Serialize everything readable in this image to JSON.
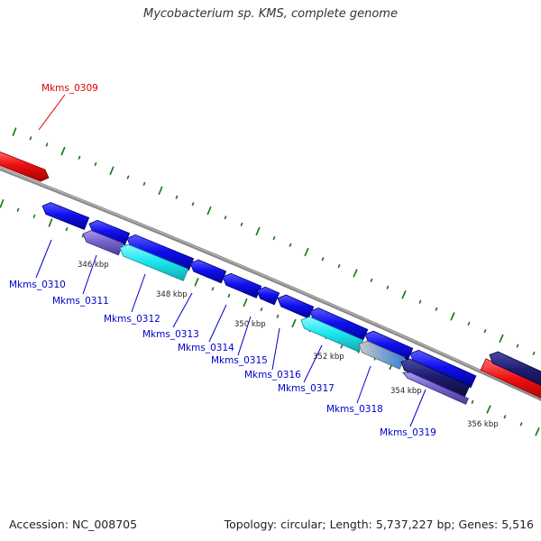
{
  "title": "Mycobacterium sp. KMS, complete genome",
  "footer": {
    "accession": "Accession: NC_008705",
    "summary": "Topology: circular; Length: 5,737,227 bp; Genes: 5,516"
  },
  "colors": {
    "backbone": "#8a8a8a",
    "tick": "#1d7a1d",
    "forward_gene": "#ee1111",
    "reverse_gene": "#1010ee",
    "cyan_gene": "#1ee8f0",
    "slate_gene": "#7763cc",
    "navy_gene": "#1d1d70",
    "gray_gene": "#b4b4b4",
    "forward_label": "#dd0000",
    "reverse_label": "#0000cc"
  },
  "scale_labels": [
    "346 kbp",
    "348 kbp",
    "350 kbp",
    "352 kbp",
    "354 kbp",
    "356 kbp"
  ],
  "gene_labels": [
    {
      "text": "Mkms_0309",
      "strand": "forward"
    },
    {
      "text": "Mkms_0310",
      "strand": "reverse"
    },
    {
      "text": "Mkms_0311",
      "strand": "reverse"
    },
    {
      "text": "Mkms_0312",
      "strand": "reverse"
    },
    {
      "text": "Mkms_0313",
      "strand": "reverse"
    },
    {
      "text": "Mkms_0314",
      "strand": "reverse"
    },
    {
      "text": "Mkms_0315",
      "strand": "reverse"
    },
    {
      "text": "Mkms_0316",
      "strand": "reverse"
    },
    {
      "text": "Mkms_0317",
      "strand": "reverse"
    },
    {
      "text": "Mkms_0318",
      "strand": "reverse"
    },
    {
      "text": "Mkms_0319",
      "strand": "reverse"
    }
  ]
}
